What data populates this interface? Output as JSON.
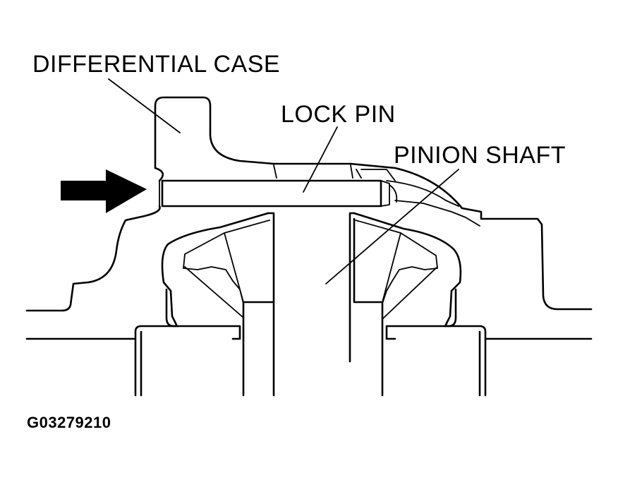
{
  "labels": {
    "differential_case": "DIFFERENTIAL CASE",
    "lock_pin": "LOCK PIN",
    "pinion_shaft": "PINION SHAFT"
  },
  "figure_id": "G03279210",
  "colors": {
    "ink": "#000000",
    "paper": "#ffffff"
  },
  "indicator": "arrow-right-icon"
}
